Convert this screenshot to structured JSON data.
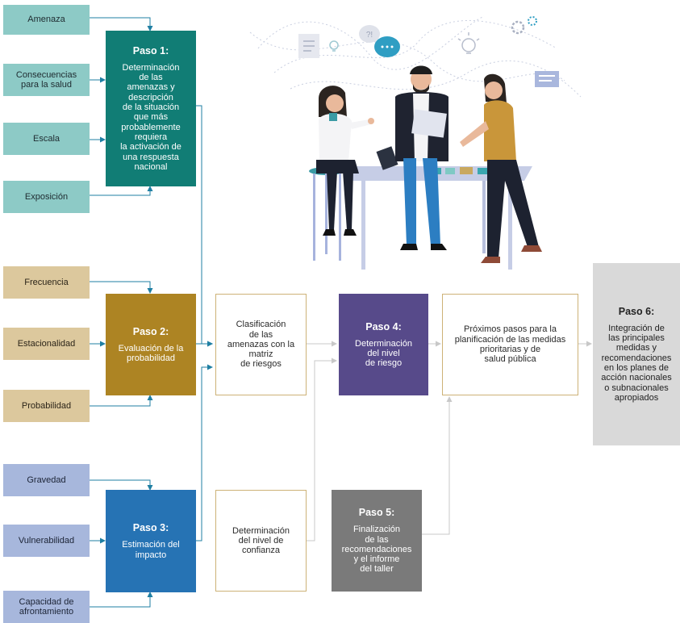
{
  "inputs": {
    "amenaza": "Amenaza",
    "consecuencias": "Consecuencias\npara la salud",
    "escala": "Escala",
    "exposicion": "Exposición",
    "frecuencia": "Frecuencia",
    "estacionalidad": "Estacionalidad",
    "probabilidad": "Probabilidad",
    "gravedad": "Gravedad",
    "vulnerabilidad": "Vulnerabilidad",
    "capacidad": "Capacidad de\nafrontamiento"
  },
  "steps": {
    "paso1": {
      "title": "Paso 1:",
      "text": "Determinación\nde las\namenazas y\ndescripción\nde la situación\nque más\nprobablemente\nrequiera\nla activación de\nuna respuesta\nnacional"
    },
    "paso2": {
      "title": "Paso 2:",
      "text": "Evaluación de la\nprobabilidad"
    },
    "paso3": {
      "title": "Paso 3:",
      "text": "Estimación del\nimpacto"
    },
    "paso4": {
      "title": "Paso 4:",
      "text": "Determinación\ndel nivel\nde riesgo"
    },
    "paso5": {
      "title": "Paso 5:",
      "text": "Finalización\nde las\nrecomendaciones\ny el informe\ndel taller"
    },
    "paso6": {
      "title": "Paso 6:",
      "text": "Integración de\nlas principales\nmedidas y\nrecomendaciones\nen los planes de\nacción nacionales\no subnacionales\napropiados"
    }
  },
  "outlines": {
    "clasificacion": "Clasificación\nde las\namenazas con la\nmatriz\nde riesgos",
    "confianza": "Determinación\ndel nivel de\nconfianza",
    "proximos": "Próximos pasos para la\nplanificación de las medidas\nprioritarias y de\nsalud pública"
  },
  "colors": {
    "paso1": "#117d75",
    "paso2": "#ad8423",
    "paso3": "#2673b4",
    "paso4": "#574a8a",
    "paso5": "#7a7a7a",
    "paso6": "#d9d9d9",
    "connector": "#1f7fa3"
  },
  "illustration": {
    "icons": [
      "document-icon",
      "lightbulb-icon",
      "question-bubble-icon",
      "chat-bubble-icon",
      "gear-icon",
      "message-card-icon"
    ]
  }
}
